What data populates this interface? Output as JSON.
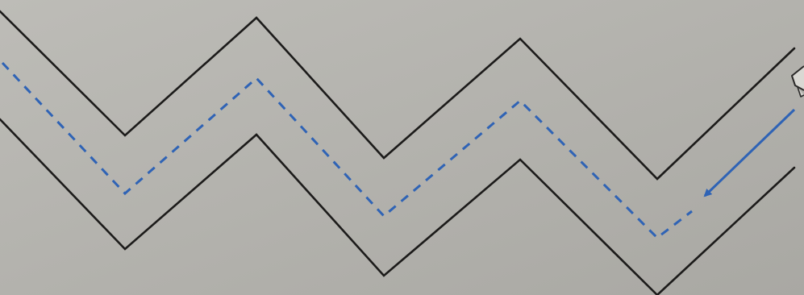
{
  "worksheet": {
    "exercise": "zigzag-path-tracing",
    "background": "#b3b2ad",
    "wall_color": "#1c1b1a",
    "guide_color": "#2f63b5",
    "guide_style": "dashed",
    "start_marker": "pencil-tip-icon",
    "direction_marker": "arrow-icon",
    "direction": "right-to-left"
  }
}
